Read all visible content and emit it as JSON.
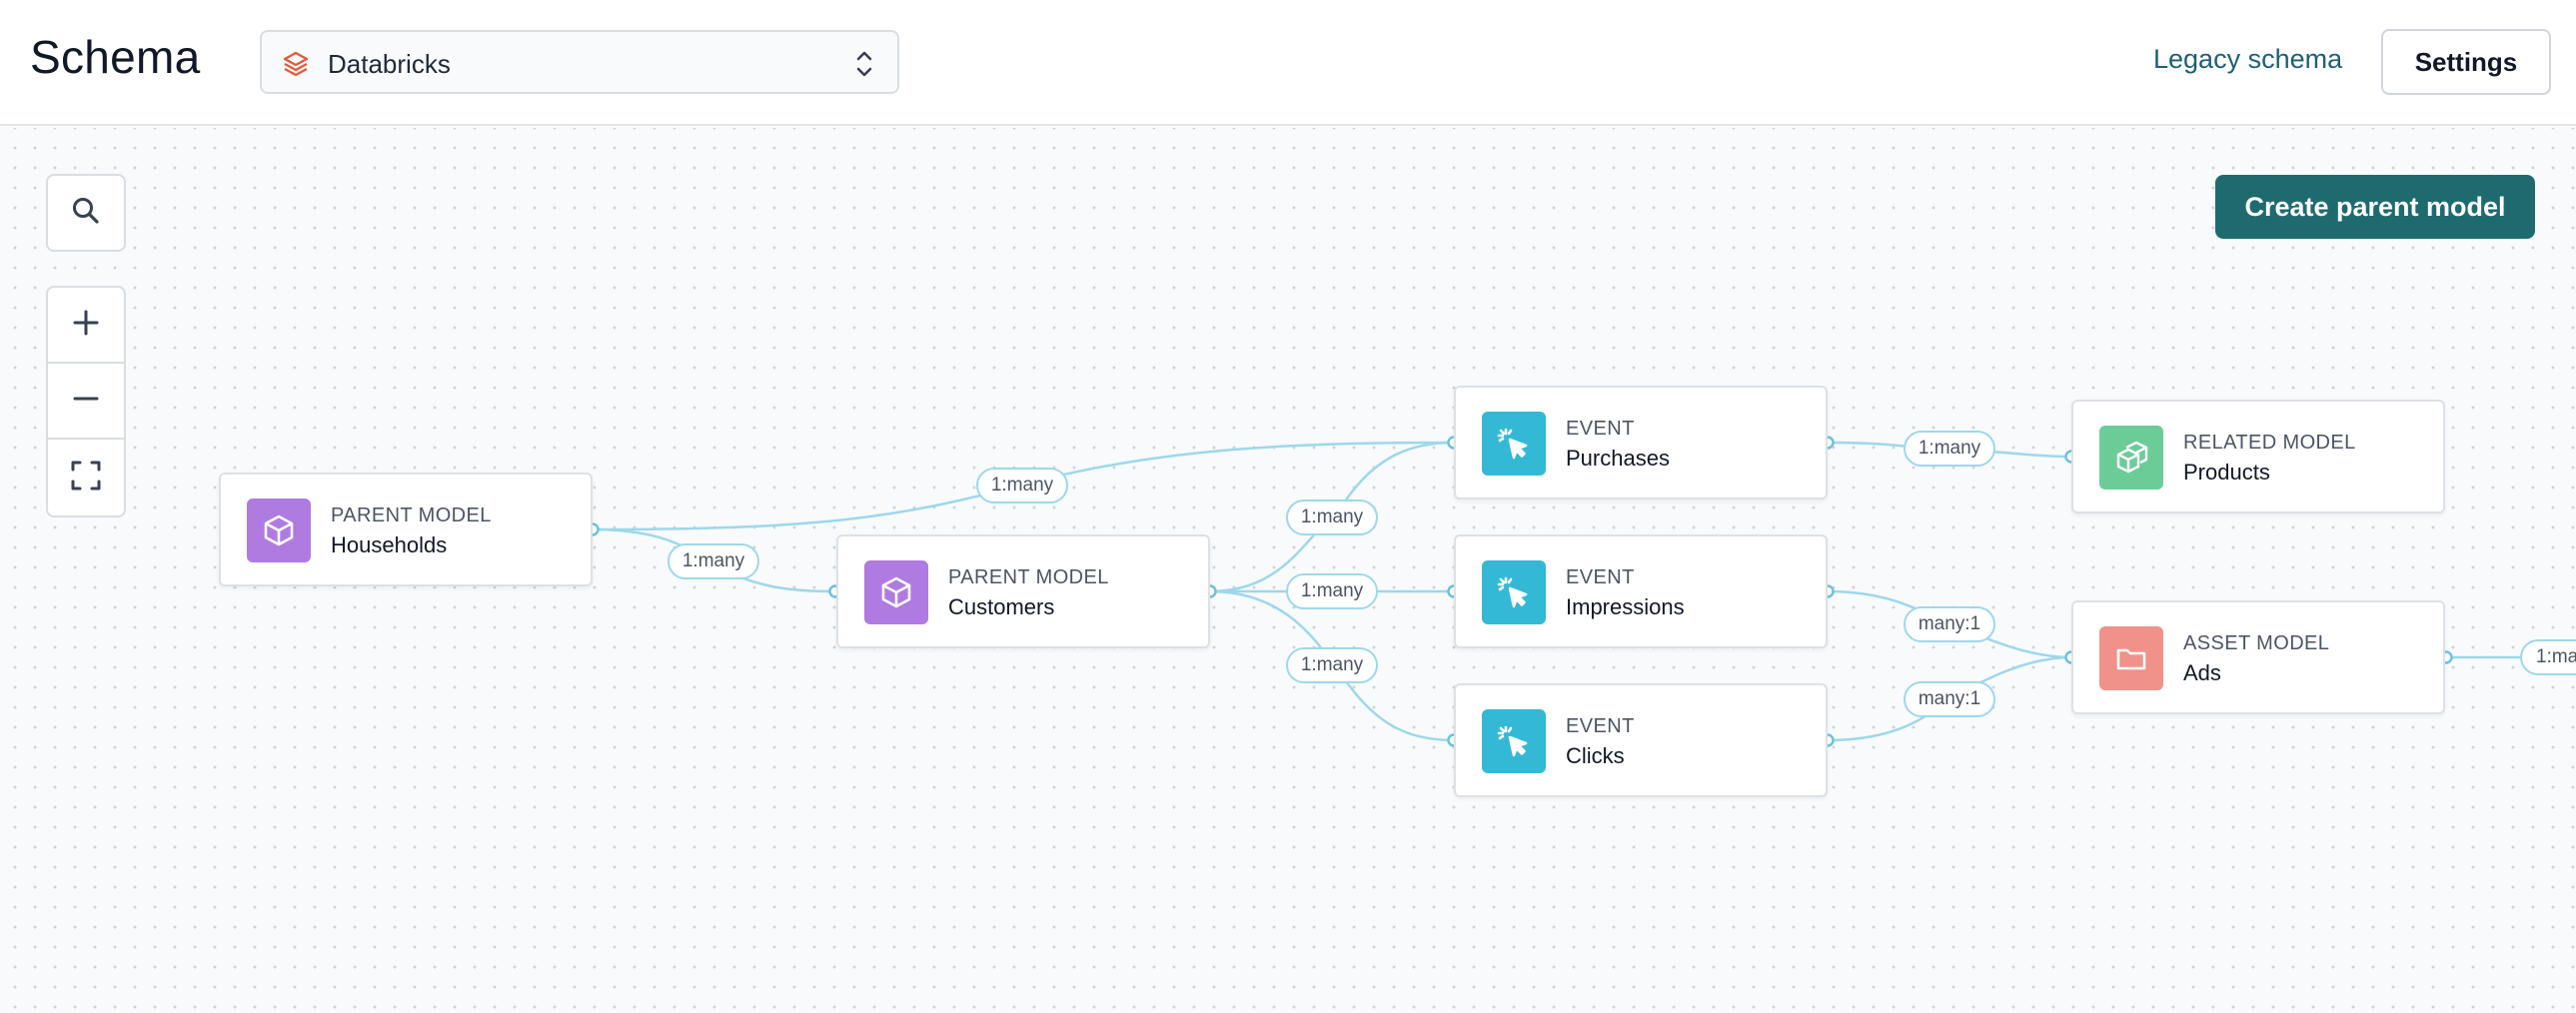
{
  "header": {
    "title": "Schema",
    "source": {
      "value": "Databricks",
      "icon": "databricks-icon"
    },
    "legacy_link": "Legacy schema",
    "settings_label": "Settings"
  },
  "toolbar": {
    "search_icon": "search-icon",
    "zoom_in_icon": "plus-icon",
    "zoom_out_icon": "minus-icon",
    "fit_icon": "fit-view-icon"
  },
  "actions": {
    "create_parent_model": "Create parent model"
  },
  "colors": {
    "primary": "#1f6a6f",
    "link": "#1e5f74",
    "edge": "#9ed8ea",
    "parent_model": "#b07be0",
    "event": "#33b9d5",
    "related_model": "#6ccc98",
    "asset_model": "#f0928a"
  },
  "nodes": {
    "households": {
      "type": "PARENT MODEL",
      "name": "Households",
      "icon": "cube-icon"
    },
    "customers": {
      "type": "PARENT MODEL",
      "name": "Customers",
      "icon": "cube-icon"
    },
    "purchases": {
      "type": "EVENT",
      "name": "Purchases",
      "icon": "cursor-click-icon"
    },
    "impressions": {
      "type": "EVENT",
      "name": "Impressions",
      "icon": "cursor-click-icon"
    },
    "clicks": {
      "type": "EVENT",
      "name": "Clicks",
      "icon": "cursor-click-icon"
    },
    "products": {
      "type": "RELATED MODEL",
      "name": "Products",
      "icon": "stacked-cubes-icon"
    },
    "ads": {
      "type": "ASSET MODEL",
      "name": "Ads",
      "icon": "folder-icon"
    }
  },
  "edges": {
    "households_purchases": "1:many",
    "households_customers": "1:many",
    "customers_purchases": "1:many",
    "customers_impressions": "1:many",
    "customers_clicks": "1:many",
    "purchases_products": "1:many",
    "impressions_ads": "many:1",
    "clicks_ads": "many:1",
    "ads_offscreen": "1:ma"
  }
}
